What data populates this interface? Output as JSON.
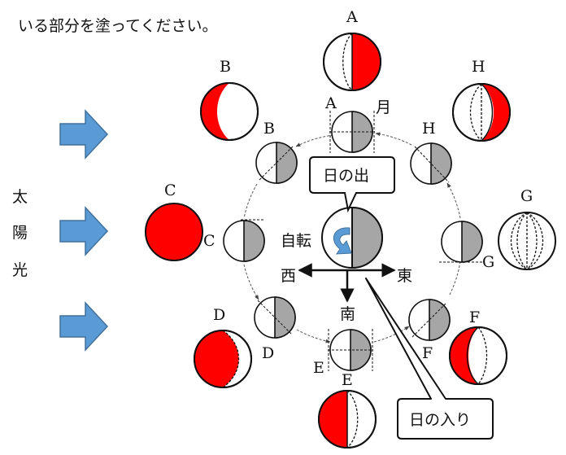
{
  "intro_text": "いる部分を塗ってください。",
  "sunlight_label": [
    "太",
    "陽",
    "光"
  ],
  "earth": {
    "rotation_label": "自転",
    "west": "西",
    "east": "東",
    "south": "南",
    "sunrise_callout": "日の出",
    "sunset_callout": "日の入り"
  },
  "moon_label": "月",
  "orbit_labels": [
    "A",
    "B",
    "C",
    "D",
    "E",
    "F",
    "G",
    "H"
  ],
  "outer_labels": [
    "A",
    "B",
    "C",
    "D",
    "E",
    "F",
    "G",
    "H"
  ],
  "colors": {
    "lit": "#ff0000",
    "shadow": "#a6a6a6",
    "arrow": "#5b9bd5",
    "arrow_edge": "#41719c",
    "line": "#111111"
  }
}
